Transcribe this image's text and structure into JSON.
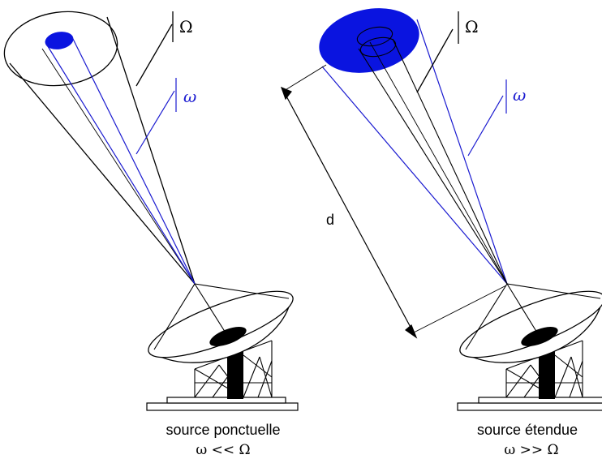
{
  "labels": {
    "solid_angle_beam": "Ω",
    "solid_angle_source": "ω",
    "distance": "d"
  },
  "left_panel": {
    "caption": "source ponctuelle",
    "relation": "ω << Ω"
  },
  "right_panel": {
    "caption": "source étendue",
    "relation": "ω >> Ω"
  },
  "colors": {
    "beam_line": "#000000",
    "source_fill": "#0a14e0",
    "source_line": "#1a1ad0",
    "dish_fill": "#ffffff",
    "feed": "#000000"
  }
}
